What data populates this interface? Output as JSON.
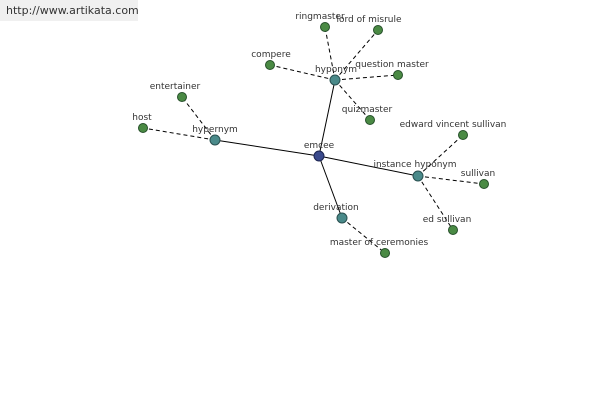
{
  "banner": {
    "url_text": "http://www.artikata.com"
  },
  "graph": {
    "nodes": [
      {
        "id": "emcee",
        "label": "emcee",
        "role": "root"
      },
      {
        "id": "hyponym",
        "label": "hyponym",
        "role": "hub"
      },
      {
        "id": "hypernym",
        "label": "hypernym",
        "role": "hub"
      },
      {
        "id": "instance-hyponym",
        "label": "instance hyponym",
        "role": "hub"
      },
      {
        "id": "derivation",
        "label": "derivation",
        "role": "hub"
      },
      {
        "id": "ringmaster",
        "label": "ringmaster",
        "role": "leaf"
      },
      {
        "id": "lord-of-misrule",
        "label": "lord of misrule",
        "role": "leaf"
      },
      {
        "id": "compere",
        "label": "compere",
        "role": "leaf"
      },
      {
        "id": "question-master",
        "label": "question master",
        "role": "leaf"
      },
      {
        "id": "quizmaster",
        "label": "quizmaster",
        "role": "leaf"
      },
      {
        "id": "entertainer",
        "label": "entertainer",
        "role": "leaf"
      },
      {
        "id": "host",
        "label": "host",
        "role": "leaf"
      },
      {
        "id": "edward-vincent-sullivan",
        "label": "edward vincent sullivan",
        "role": "leaf"
      },
      {
        "id": "sullivan",
        "label": "sullivan",
        "role": "leaf"
      },
      {
        "id": "ed-sullivan",
        "label": "ed sullivan",
        "role": "leaf"
      },
      {
        "id": "master-of-ceremonies",
        "label": "master of ceremonies",
        "role": "leaf"
      }
    ],
    "edges": [
      {
        "from": "emcee",
        "to": "hyponym",
        "style": "solid"
      },
      {
        "from": "emcee",
        "to": "hypernym",
        "style": "solid"
      },
      {
        "from": "emcee",
        "to": "instance-hyponym",
        "style": "solid"
      },
      {
        "from": "emcee",
        "to": "derivation",
        "style": "solid"
      },
      {
        "from": "hyponym",
        "to": "ringmaster",
        "style": "dashed"
      },
      {
        "from": "hyponym",
        "to": "lord-of-misrule",
        "style": "dashed"
      },
      {
        "from": "hyponym",
        "to": "compere",
        "style": "dashed"
      },
      {
        "from": "hyponym",
        "to": "question-master",
        "style": "dashed"
      },
      {
        "from": "hyponym",
        "to": "quizmaster",
        "style": "dashed"
      },
      {
        "from": "hypernym",
        "to": "entertainer",
        "style": "dashed"
      },
      {
        "from": "hypernym",
        "to": "host",
        "style": "dashed"
      },
      {
        "from": "instance-hyponym",
        "to": "edward-vincent-sullivan",
        "style": "dashed"
      },
      {
        "from": "instance-hyponym",
        "to": "sullivan",
        "style": "dashed"
      },
      {
        "from": "instance-hyponym",
        "to": "ed-sullivan",
        "style": "dashed"
      },
      {
        "from": "derivation",
        "to": "master-of-ceremonies",
        "style": "dashed"
      }
    ]
  }
}
